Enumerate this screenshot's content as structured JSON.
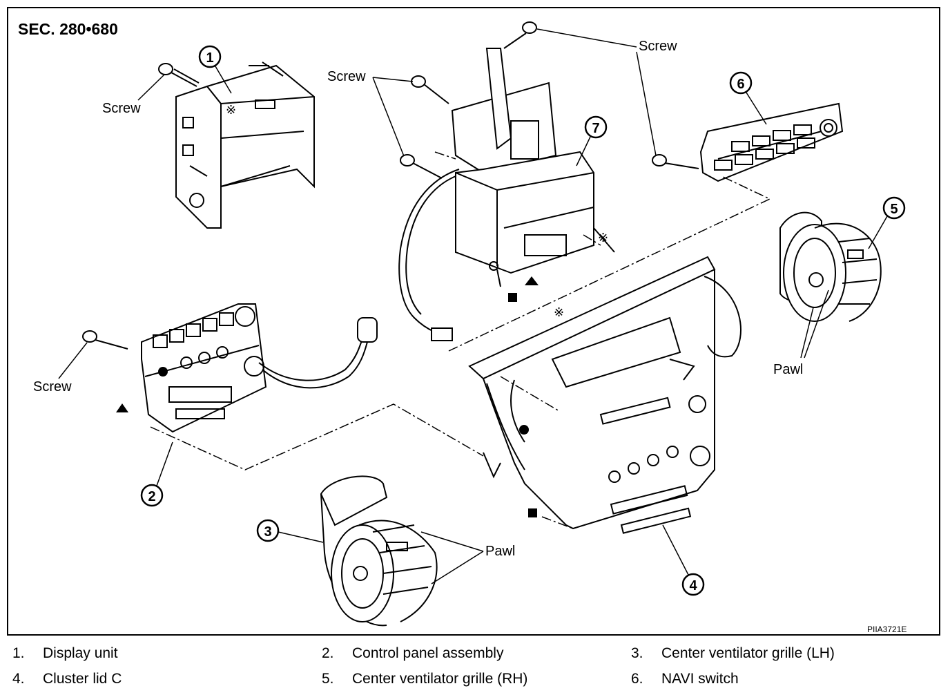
{
  "section_label": "SEC. 280•680",
  "figure_code": "PIIA3721E",
  "labels": {
    "screw": "Screw",
    "pawl": "Pawl"
  },
  "callouts": {
    "c1": "1",
    "c2": "2",
    "c3": "3",
    "c4": "4",
    "c5": "5",
    "c6": "6",
    "c7": "7"
  },
  "symbols": {
    "asterisk": "※"
  },
  "legend": [
    {
      "num": "1.",
      "name": "Display unit"
    },
    {
      "num": "2.",
      "name": "Control panel assembly"
    },
    {
      "num": "3.",
      "name": "Center ventilator grille (LH)"
    },
    {
      "num": "4.",
      "name": "Cluster lid C"
    },
    {
      "num": "5.",
      "name": "Center ventilator grille (RH)"
    },
    {
      "num": "6.",
      "name": "NAVI switch"
    }
  ]
}
